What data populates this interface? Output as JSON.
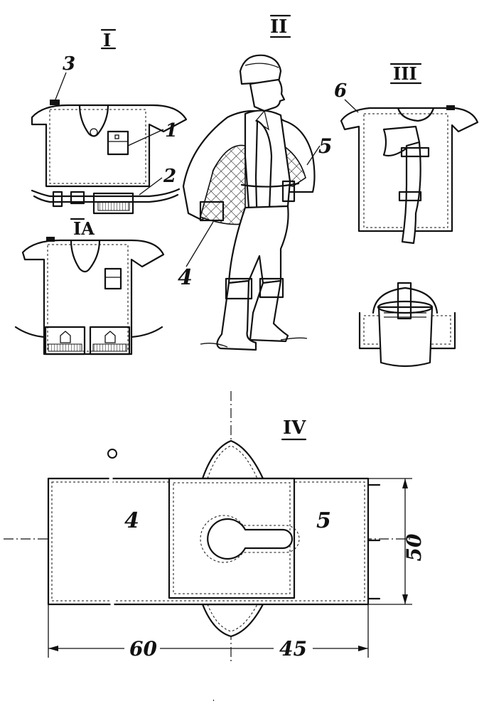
{
  "figure": {
    "panel_titles": {
      "p1": "I",
      "p1a": "IA",
      "p2": "II",
      "p3": "III",
      "p4": "IV"
    },
    "callouts": {
      "c1": "1",
      "c2": "2",
      "c3": "3",
      "c4": "4",
      "c5": "5",
      "c6": "6"
    },
    "pattern_labels": {
      "left": "4",
      "right": "5"
    },
    "dimensions": {
      "width_left": "60",
      "width_right": "45",
      "height": "50"
    }
  }
}
